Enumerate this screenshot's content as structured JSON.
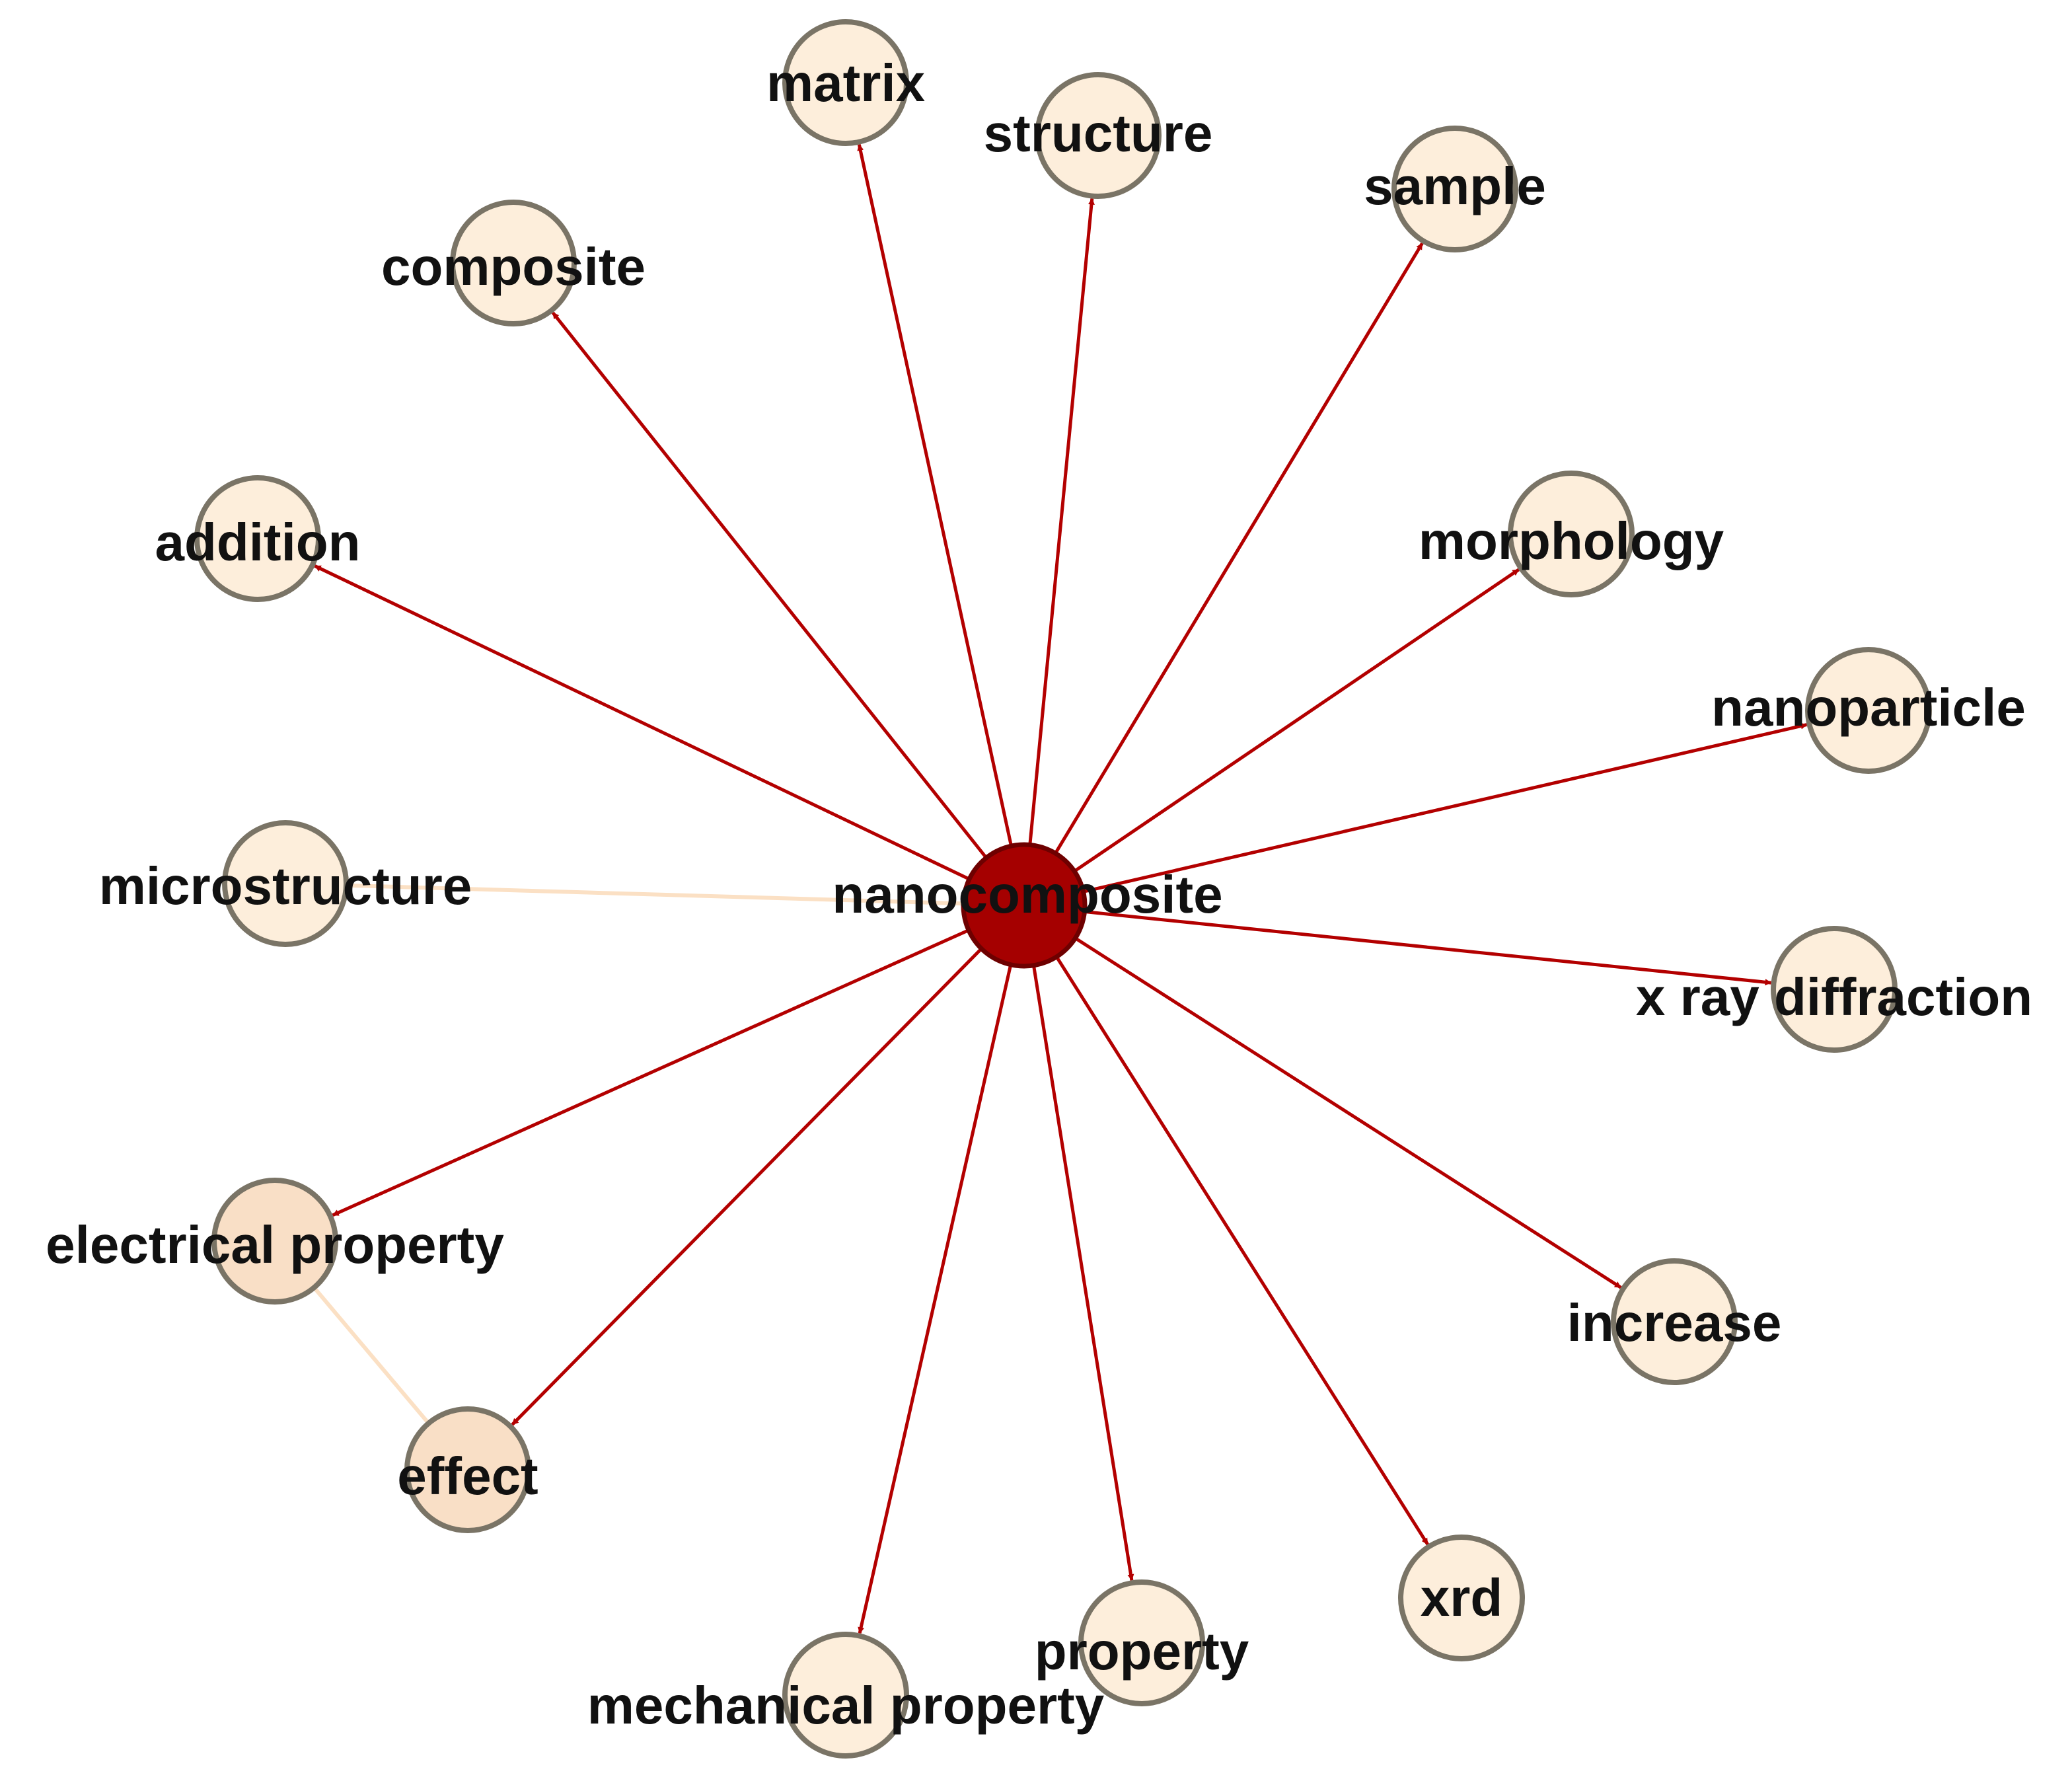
{
  "colors": {
    "background": "#ffffff",
    "center_fill": "#a50000",
    "center_stroke": "#6e0000",
    "node_fill_light": "#fdeedb",
    "node_fill_medium": "#f9dfc6",
    "node_stroke": "#7a7466",
    "edge_strong": "#b30000",
    "edge_faint": "#fbe0c4",
    "label": "#111111"
  },
  "center": {
    "id": "nanocomposite",
    "label": "nanocomposite"
  },
  "nodes": [
    {
      "id": "matrix",
      "label": "matrix",
      "shade": "light"
    },
    {
      "id": "structure",
      "label": "structure",
      "shade": "light"
    },
    {
      "id": "sample",
      "label": "sample",
      "shade": "light"
    },
    {
      "id": "composite",
      "label": "composite",
      "shade": "light"
    },
    {
      "id": "morphology",
      "label": "morphology",
      "shade": "light"
    },
    {
      "id": "addition",
      "label": "addition",
      "shade": "light"
    },
    {
      "id": "nanoparticle",
      "label": "nanoparticle",
      "shade": "light"
    },
    {
      "id": "microstructure",
      "label": "microstructure",
      "shade": "light"
    },
    {
      "id": "x-ray-diffraction",
      "label": "x ray diffraction",
      "shade": "light"
    },
    {
      "id": "electrical-property",
      "label": "electrical property",
      "shade": "medium"
    },
    {
      "id": "increase",
      "label": "increase",
      "shade": "light"
    },
    {
      "id": "effect",
      "label": "effect",
      "shade": "medium"
    },
    {
      "id": "xrd",
      "label": "xrd",
      "shade": "light"
    },
    {
      "id": "property",
      "label": "property",
      "shade": "light"
    },
    {
      "id": "mechanical-property",
      "label": "mechanical property",
      "shade": "light"
    }
  ],
  "edges": [
    {
      "from": "nanocomposite",
      "to": "matrix",
      "style": "strong"
    },
    {
      "from": "nanocomposite",
      "to": "structure",
      "style": "strong"
    },
    {
      "from": "nanocomposite",
      "to": "sample",
      "style": "strong"
    },
    {
      "from": "nanocomposite",
      "to": "composite",
      "style": "strong"
    },
    {
      "from": "nanocomposite",
      "to": "morphology",
      "style": "strong"
    },
    {
      "from": "nanocomposite",
      "to": "addition",
      "style": "strong"
    },
    {
      "from": "nanocomposite",
      "to": "nanoparticle",
      "style": "strong"
    },
    {
      "from": "nanocomposite",
      "to": "microstructure",
      "style": "faint"
    },
    {
      "from": "nanocomposite",
      "to": "x-ray-diffraction",
      "style": "strong"
    },
    {
      "from": "nanocomposite",
      "to": "electrical-property",
      "style": "strong"
    },
    {
      "from": "nanocomposite",
      "to": "increase",
      "style": "strong"
    },
    {
      "from": "nanocomposite",
      "to": "effect",
      "style": "strong"
    },
    {
      "from": "nanocomposite",
      "to": "xrd",
      "style": "strong"
    },
    {
      "from": "nanocomposite",
      "to": "property",
      "style": "strong"
    },
    {
      "from": "nanocomposite",
      "to": "mechanical-property",
      "style": "strong"
    },
    {
      "from": "effect",
      "to": "electrical-property",
      "style": "faint"
    }
  ]
}
